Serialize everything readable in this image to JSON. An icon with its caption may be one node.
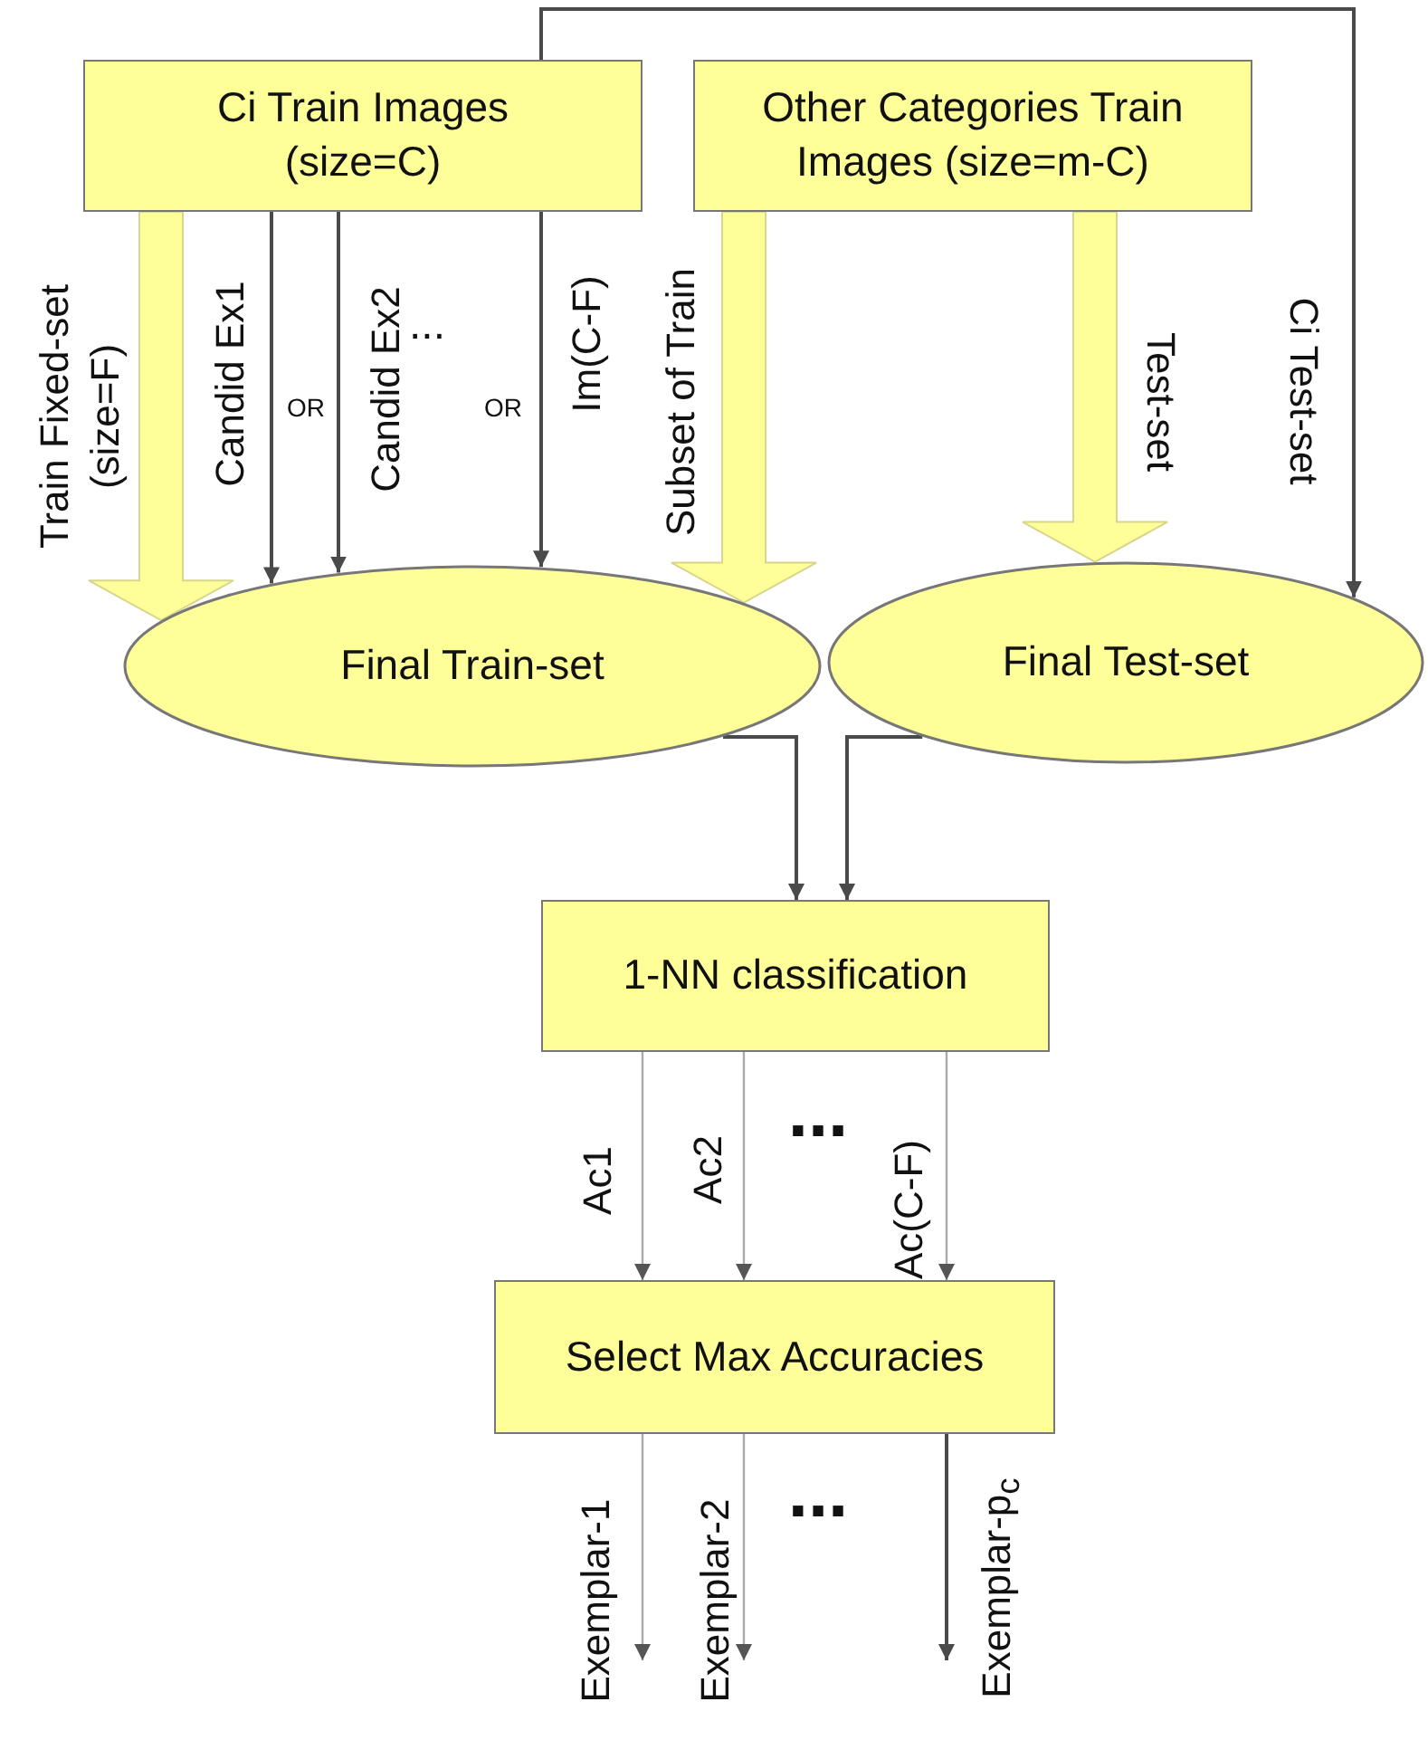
{
  "diagram": {
    "nodes": [
      {
        "text": [
          "Ci Train Images (size=C)"
        ]
      },
      {
        "text": [
          "Other Categories Train Images (size=m-C)"
        ]
      },
      {
        "text": [
          "Final Train-set"
        ]
      },
      {
        "text": [
          "Final Test-set"
        ]
      },
      {
        "text": [
          "1-NN classification"
        ]
      },
      {
        "text": [
          "Select Max Accuracies"
        ]
      }
    ],
    "edges": [
      {
        "from": 0,
        "to": 2,
        "arrow": "to",
        "label": "Train Fixed-set (size=F)",
        "style": "thick",
        "color": "#ffff99"
      },
      {
        "from": 0,
        "to": 2,
        "arrow": "to",
        "label": "Candid Ex1"
      },
      {
        "from": 0,
        "to": 2,
        "arrow": "to",
        "label": "Candid Ex2"
      },
      {
        "from": 0,
        "to": 2,
        "arrow": "to",
        "label": "Im(C-F)"
      },
      {
        "from": 1,
        "to": 2,
        "arrow": "to",
        "label": "Subset of Train",
        "style": "thick",
        "color": "#ffff99"
      },
      {
        "from": 1,
        "to": 3,
        "arrow": "to",
        "label": "Test-set",
        "style": "thick",
        "color": "#ffff99"
      },
      {
        "from": 0,
        "to": 3,
        "arrow": "to",
        "label": "Ci Test-set"
      },
      {
        "from": 2,
        "to": 4,
        "arrow": "to"
      },
      {
        "from": 3,
        "to": 4,
        "arrow": "to"
      },
      {
        "from": 4,
        "to": 5,
        "arrow": "to",
        "label": "Ac1",
        "color": "#aaaaaa"
      },
      {
        "from": 4,
        "to": 5,
        "arrow": "to",
        "label": "Ac2",
        "color": "#aaaaaa"
      },
      {
        "from": 4,
        "to": 5,
        "arrow": "to",
        "label": "Ac(C-F)",
        "color": "#aaaaaa"
      },
      {
        "from": 5,
        "to": null,
        "arrow": "to",
        "label": "Exemplar-1",
        "color": "#aaaaaa"
      },
      {
        "from": 5,
        "to": null,
        "arrow": "to",
        "label": "Exemplar-2",
        "color": "#aaaaaa"
      },
      {
        "from": 5,
        "to": null,
        "arrow": "to",
        "label": "Exemplar-p$_{c}$"
      }
    ],
    "labels": [
      "OR",
      "OR",
      "...",
      "...",
      "..."
    ]
  }
}
